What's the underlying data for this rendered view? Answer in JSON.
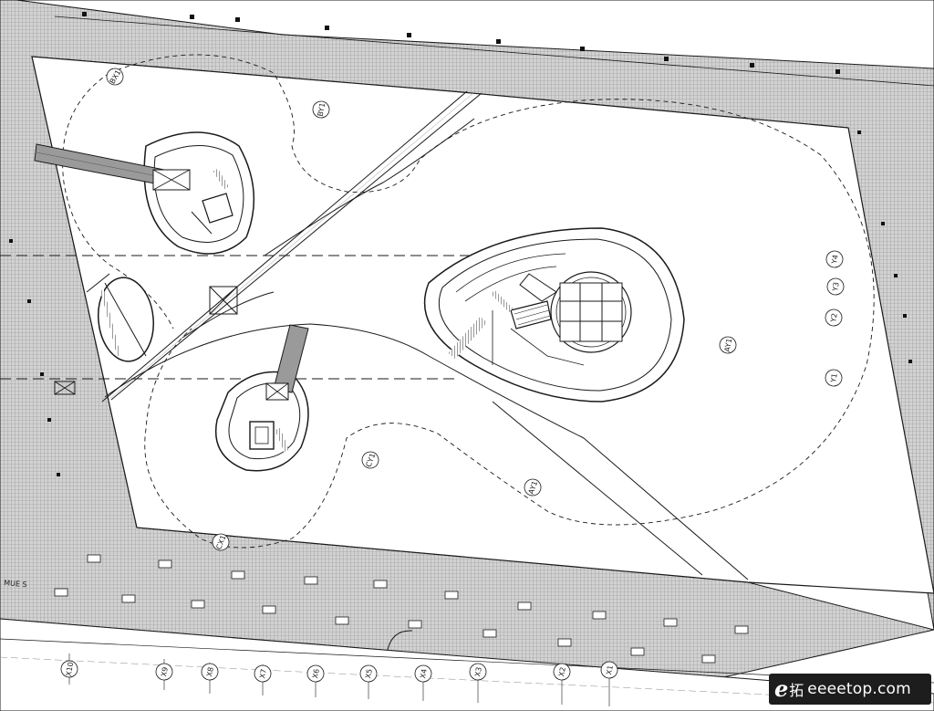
{
  "plan": {
    "zone_labels": [
      {
        "id": "bx1",
        "text": "BX1"
      },
      {
        "id": "by1",
        "text": "BY1"
      },
      {
        "id": "ay1-east",
        "text": "AY1"
      },
      {
        "id": "ay1-south",
        "text": "AY1"
      },
      {
        "id": "cy1",
        "text": "CY1"
      },
      {
        "id": "cx1",
        "text": "CX1"
      }
    ],
    "y_grid_labels": [
      "Y4",
      "Y3",
      "Y2",
      "Y1"
    ],
    "x_grid_labels": [
      "X10",
      "X9",
      "X8",
      "X7",
      "X6",
      "X5",
      "X4",
      "X3",
      "X2",
      "X1"
    ],
    "street_note": "MUE S"
  },
  "watermark": {
    "logo_letter": "e",
    "logo_cn": "拓",
    "site": "eeeetop.com"
  },
  "colors": {
    "line": "#1a1a1a",
    "paving_fill": "#c9c9c9",
    "background": "#ffffff",
    "watermark_bg": "#1d1d1d"
  }
}
